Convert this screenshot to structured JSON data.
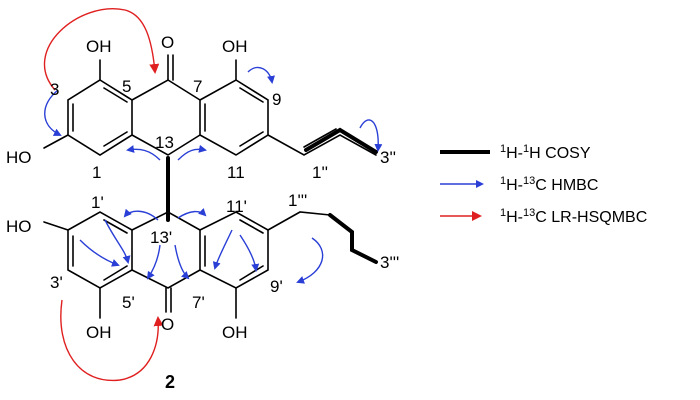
{
  "compound": "2",
  "atoms": {
    "oh_c1_top": "OH",
    "oh_c8_top": "OH",
    "oh_c3_top": "HO",
    "o_ketone_top": "O",
    "c3": "3",
    "c5": "5",
    "c7": "7",
    "c9": "9",
    "c1": "1",
    "c11": "11",
    "c13": "13",
    "c1pp": "1''",
    "c3pp": "3''",
    "oh_c3_bot": "HO",
    "c1p": "1'",
    "c13p": "13'",
    "c11p": "11'",
    "c1ppp": "1'''",
    "c3ppp": "3'''",
    "c3p": "3'",
    "c5p": "5'",
    "c7p": "7'",
    "c9p": "9'",
    "o_ketone_bot": "O",
    "oh_bot_left": "OH",
    "oh_bot_right": "OH"
  },
  "legend": {
    "cosy": {
      "pre": "1",
      "mid": "H-",
      "sup2": "1",
      "post": "H COSY"
    },
    "hmbc": {
      "pre": "1",
      "mid": "H-",
      "sup2": "13",
      "post": "C HMBC"
    },
    "lr": {
      "pre": "1",
      "mid": "H-",
      "sup2": "13",
      "post": "C LR-HSQMBC"
    }
  },
  "colors": {
    "hmbc": "#2a3fd6",
    "lr_hsqmbc": "#e02020",
    "cosy": "#000000"
  }
}
